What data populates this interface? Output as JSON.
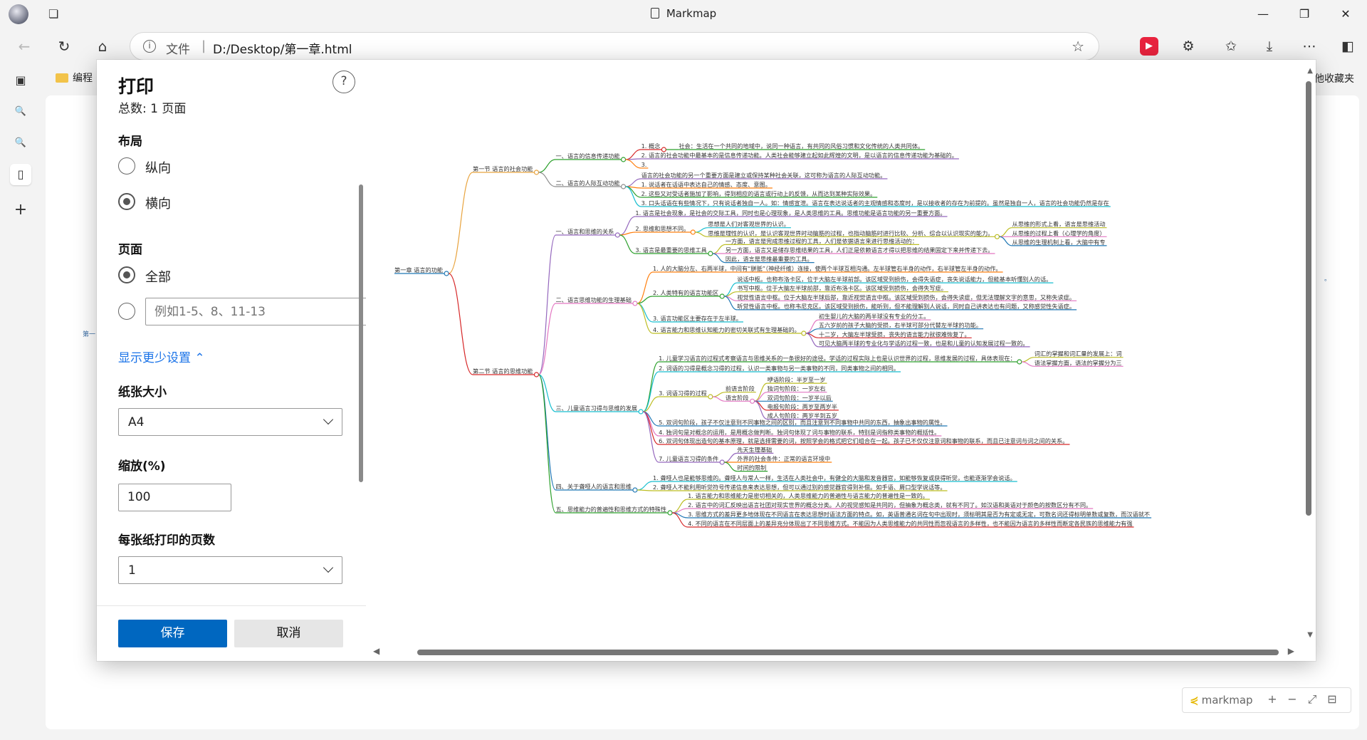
{
  "browser": {
    "window_title": "Markmap",
    "address_scheme": "文件",
    "address_sep": "|",
    "address_url": "D:/Desktop/第一章.html",
    "bookmark_folder": "编程",
    "bookmark_right": "他收藏夹",
    "icons": [
      "profile-icon",
      "tabs-icon",
      "back-icon",
      "refresh-icon",
      "home-icon",
      "info-icon",
      "star-icon",
      "copilot-icon",
      "extensions-icon",
      "favorites-icon",
      "downloads-icon",
      "more-icon",
      "sidebar-icon"
    ],
    "min_glyph": "—",
    "max_glyph": "❐",
    "close_glyph": "✕"
  },
  "print_panel": {
    "title": "打印",
    "total": "总数: 1 页面",
    "layout_label": "布局",
    "portrait": "纵向",
    "landscape": "横向",
    "orientation_selected": "landscape",
    "pages_label": "页面",
    "all_pages": "全部",
    "pages_placeholder": "例如1-5、8、11-13",
    "show_less": "显示更少设置 ⌃",
    "paper_label": "纸张大小",
    "paper_value": "A4",
    "scale_label": "缩放(%)",
    "scale_value": "100",
    "per_sheet_label": "每张纸打印的页数",
    "per_sheet_value": "1",
    "save": "保存",
    "cancel": "取消",
    "help": "?"
  },
  "markmap_toolbar": {
    "brand": "markmap",
    "zoom_in": "+",
    "zoom_out": "−",
    "fit": "⤢",
    "toggle": "⊟"
  },
  "background_labels": {
    "left": "第一",
    "right": "。"
  },
  "mindmap": {
    "root": "第一章 语言的功能",
    "sections": [
      {
        "label": "第一节 语言的社会功能",
        "color": "#e8a33d",
        "children": [
          {
            "label": "一、语言的信息传递功能",
            "color": "#2ca02c",
            "items": [
              {
                "label": "1. 概念",
                "sub": [
                  "社会：生活在一个共同的地域中，说同一种语言，有共同的风俗习惯和文化传统的人类共同体。"
                ]
              },
              {
                "label": "2. 语言的社会功能中最基本的是信息传递功能。人类社会能够建立起如此辉煌的文明，是以语言的信息传递功能为基础的。",
                "sub": []
              },
              {
                "label": "3.",
                "sub": []
              }
            ]
          },
          {
            "label": "二、语言的人际互动功能",
            "color": "#8c8c8c",
            "items": [
              {
                "label": "语言的社会功能的另一个重要方面是建立或保持某种社会关联，这可称为语言的人际互动功能。",
                "sub": []
              },
              {
                "label": "1. 说话者在话语中表达自己的情感、态度、意图。",
                "sub": []
              },
              {
                "label": "2. 这些又对受话者施加了影响，得到相应的语言或行动上的反馈，从而达到某种实际效果。",
                "sub": []
              },
              {
                "label": "3. 口头话语在有些情况下，只有说话者独自一人。如：情感宣泄。语言在表达说话者的主观情感和态度时，是以接收者的存在为前提的。虽然是独自一人，语言的社会功能仍然是存在",
                "sub": []
              }
            ]
          }
        ]
      },
      {
        "label": "第二节 语言的思维功能",
        "color": "#d62728",
        "children": [
          {
            "label": "一、语言和思维的关系",
            "color": "#9467bd",
            "items": [
              {
                "label": "1. 语言是社会现象，是社会的交际工具，同时也是心理现象，是人类思维的工具。思维功能是语言功能的另一重要方面。",
                "sub": []
              },
              {
                "label": "2. 思维和思想不同。",
                "sub": [
                  "思想是人们对客观世界的认识。",
                  "思维是理性的认识，是认识客观世界时动脑筋的过程，也指动脑筋时进行比较、分析、综合以认识现实的能力。"
                ],
                "sub2": [
                  "从思维的形式上看，语言是思维活动",
                  "从思维的过程上看（心理学的角度）",
                  "从思维的生理机制上看，大脑中有专"
                ]
              },
              {
                "label": "3. 语言是最重要的思维工具",
                "sub": [
                  "一方面，语言是完成思维过程的工具，人们是依据语言来进行思维活动的：",
                  "另一方面，语言又是储存思维结果的工具，人们正是依赖语言才得以把思维的结果固定下来并传递下去。",
                  "因此，语言是思维最重要的工具。"
                ]
              }
            ]
          },
          {
            "label": "二、语言思维功能的生理基础",
            "color": "#e377c2",
            "items": [
              {
                "label": "1. 人的大脑分左、右两半球，中间有“胼胝”（神经纤维）连接，使两个半球互相沟通。左半球管右半身的动作，右半球管左半身的动作。",
                "sub": []
              },
              {
                "label": "2. 人类特有的语言功能区",
                "sub": [
                  "说话中枢。也称布洛卡区，位于大脑左半球前部。该区域受到损伤，会得失语症，丧失说话能力，但能基本听懂别人的话。",
                  "书写中枢。位于大脑左半球前部，靠近布洛卡区。该区域受到损伤，会得失写症。",
                  "视觉性语言中枢。位于大脑左半球后部，靠近视觉语言中枢。该区域受到损伤，会得失读症，但无法理解文字的意思，又称失读症。",
                  "听觉性语言中枢。也称韦尼克区。该区域受到损伤，能听到，但不能理解别人说话，同时自己讲表达也有问题，又称感觉性失语症。"
                ]
              },
              {
                "label": "3. 语言功能区主要存在于左半球。",
                "sub": []
              },
              {
                "label": "4. 语言能力和思维认知能力的密切关联式有生理基础的。",
                "sub": [
                  "初生婴儿的大脑的两半球没有专业的分工。",
                  "五六岁前的孩子大脑的受损，右半球可部分代替左半球的功能。",
                  "十二岁，大脑左半球受损，丧失的语言能力就很难恢复了。",
                  "可见大脑两半球的专业化与学话的过程一致，也是和儿童的认知发展过程一致的。"
                ]
              }
            ]
          },
          {
            "label": "三、儿童语言习得与思维的发展",
            "color": "#17becf",
            "items": [
              {
                "label": "1. 儿童学习语言的过程式考察语言与思维关系的一条很好的途径。学话的过程实际上也是认识世界的过程，思维发展的过程，具体表现在：",
                "sub": [],
                "sub2": [
                  "词汇的掌握和词汇量的发展上：词",
                  "语法掌握方面，语法的掌握分为三"
                ]
              },
              {
                "label": "2. 词语的习得是概念习得的过程，认识一类事物与另一类事物的不同，同类事物之间的相同。",
                "sub": []
              },
              {
                "label": "3. 词语习得的过程",
                "sub": [
                  "前语言阶段",
                  "语言阶段"
                ],
                "sub2": [
                  "咿语阶段：半岁至一岁",
                  "独词句阶段：一岁左右",
                  "双词句阶段：一岁半以后",
                  "电报句阶段：两岁至两岁半",
                  "成人句阶段：两岁半到五岁"
                ]
              },
              {
                "label": "4. 独词句是对概念的运用，是用概念做判断。独词句体现了词与事物的联系，特别是词指称类事物的概括性。",
                "sub": []
              },
              {
                "label": "5. 双词句阶段，孩子不仅注意到不同事物之间的区别，而且注意到不同事物中共同的东西，抽象出事物的属性。",
                "sub": []
              },
              {
                "label": "6. 双词句体现出造句的基本原理，就是选择需要的词，按照学会的格式把它们组合在一起。孩子已不仅仅注意词和事物的联系，而且已注意词与词之间的关系。",
                "sub": []
              },
              {
                "label": "7. 儿童语言习得的条件",
                "sub": [
                  "先天生理基础",
                  "外界的社会条件：正常的语言环境中",
                  "时间的限制"
                ]
              }
            ]
          },
          {
            "label": "四、关于聋哑人的语言和思维",
            "color": "#1f77b4",
            "items": [
              {
                "label": "1. 聋哑人也是能够思维的。聋哑人与常人一样，生活在人类社会中，有健全的大脑和发音器官，如能够恢复或获得听觉，也能逐渐学会说话。",
                "sub": []
              },
              {
                "label": "2. 聋哑人不能利用听觉符号传递信息来表达思想，但可以通过别的感觉器官得到补偿。如手语、脣口型学说话等。",
                "sub": []
              }
            ]
          },
          {
            "label": "五、思维能力的普遍性和思维方式的特殊性",
            "color": "#2ca02c",
            "items": [
              {
                "label": "1. 语言能力和思维能力是密切相关的，人类思维能力的普遍性与语言能力的普遍性是一致的。",
                "sub": []
              },
              {
                "label": "2. 语言中的词汇反映出语言社团对现实世界的概念分类。人的视觉感知是共同的，但抽象为概念类，就有不同了。如汉语和英语对于颜色的按数区分有不同。",
                "sub": []
              },
              {
                "label": "3. 思维方式的差异更多地体现在不同语言在表达思想时语法方面的特点。如，英语普通名词在句中出现时，须标明其是否为有定或无定，可数名词还得标明单数或复数，而汉语就不",
                "sub": []
              },
              {
                "label": "4. 不同的语言在不同层面上的差异充分体现出了不同思维方式。不能因为人类思维能力的共同性而忽视语言的多样性，也不能因为语言的多样性而断定各民族的思维能力有强",
                "sub": []
              }
            ]
          }
        ]
      }
    ]
  }
}
